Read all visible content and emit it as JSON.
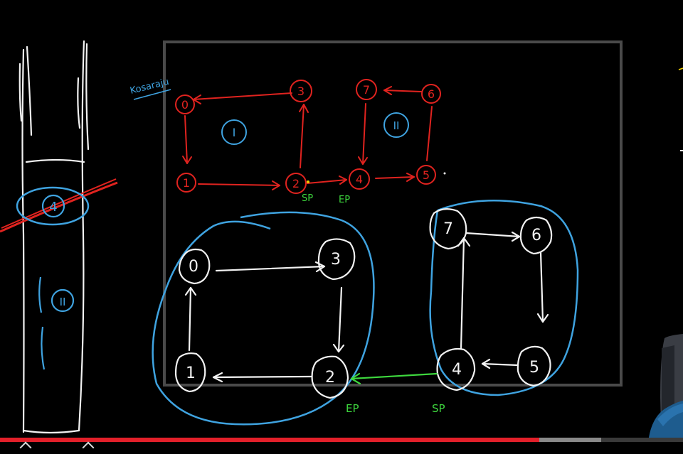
{
  "board": {
    "annotation_kosaraju": "Kosaraju",
    "red_nodes": [
      "0",
      "3",
      "7",
      "6",
      "1",
      "2",
      "4",
      "5"
    ],
    "red_scc_labels": [
      "I",
      "II"
    ],
    "red_sp_label": "SP",
    "red_ep_label": "EP",
    "white_nodes": [
      "0",
      "3",
      "1",
      "2",
      "7",
      "6",
      "4",
      "5"
    ],
    "white_ep_label": "EP",
    "white_sp_label": "SP",
    "pillar_node": "4",
    "pillar_label": "II",
    "colors": {
      "background": "#000000",
      "red_ink": "#e0231f",
      "blue_ink": "#3fa3e0",
      "green_ink": "#3ed83e",
      "white_ink": "#f2f2f2",
      "frame": "#4a4a4a",
      "yellow_dot": "#f0d000"
    }
  },
  "player": {
    "progress_played_fraction": 0.79,
    "progress_buffered_fraction": 0.88
  }
}
